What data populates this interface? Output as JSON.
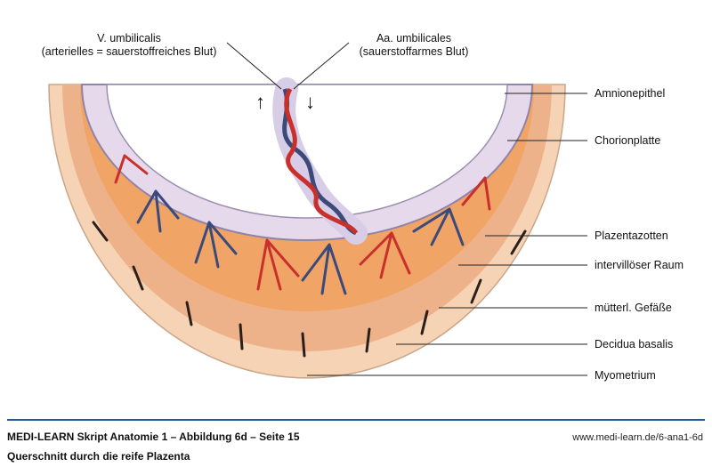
{
  "labels": {
    "vena_title": "V. umbilicalis",
    "vena_sub": "(arterielles = sauerstoffreiches Blut)",
    "arteriae_title": "Aa. umbilicales",
    "arteriae_sub": "(sauerstoffarmes Blut)",
    "amnion": "Amnionepithel",
    "chorion": "Chorionplatte",
    "zotten": "Plazentazotten",
    "intervillous": "intervillöser Raum",
    "vessels": "mütterl. Gefäße",
    "decidua": "Decidua basalis",
    "myometrium": "Myometrium"
  },
  "arrows": {
    "up": "↑",
    "down": "↓"
  },
  "footer": {
    "title": "MEDI-LEARN Skript Anatomie 1 – Abbildung 6d – Seite 15",
    "url": "www.medi-learn.de/6-ana1-6d",
    "caption": "Querschnitt durch die reife Plazenta"
  },
  "colors": {
    "myometrium": "#f4c9a4",
    "decidua": "#eaa77b",
    "chorion": "#e4d6ea",
    "amnion_line": "#9b8fb0",
    "intervillous": "#f2a259",
    "artery_red": "#c9302c",
    "vein_blue": "#3b4a7a",
    "maternal_vessel": "#2a1f1a",
    "footer_rule": "#1f5aa0"
  }
}
